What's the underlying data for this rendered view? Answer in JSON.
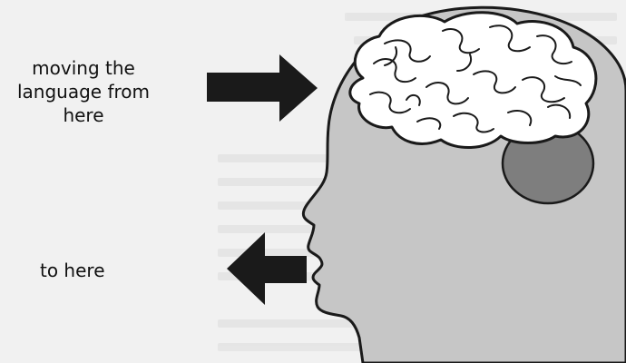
{
  "labels": {
    "source_line_1": "moving the",
    "source_line_2": "language from",
    "source_line_3": "here",
    "destination": "to here"
  },
  "colors": {
    "background": "#f1f1f1",
    "head_fill": "#c6c6c6",
    "brain_fill": "#ffffff",
    "cerebellum_fill": "#7e7e7e",
    "arrow_fill": "#1a1a1a",
    "text": "#111111"
  }
}
